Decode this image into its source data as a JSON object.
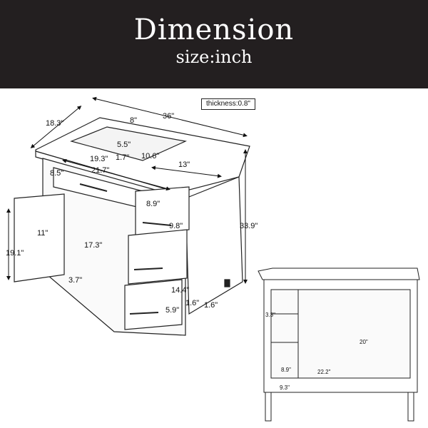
{
  "header": {
    "title": "Dimension",
    "subtitle": "size:inch"
  },
  "thickness_label": "thickness:0.8\"",
  "dimensions": {
    "depth": "18.3\"",
    "width": "36\"",
    "faucet_spacing": "8\"",
    "faucet_depth": "5.5\"",
    "basin_length": "19.3\"",
    "basin_gap": "1.7\"",
    "basin_depth": "10.6\"",
    "counter_right": "13\"",
    "drawer_height": "8.5\"",
    "drawer_width": "21.7\"",
    "small_drawer_width": "8.9\"",
    "small_drawer_height": "9.8\"",
    "height": "33.9\"",
    "door_width": "11\"",
    "door_height": "19.1\"",
    "cabinet_height": "17.3\"",
    "toe_kick": "3.7\"",
    "drawer_depth": "14.4\"",
    "bottom_drawer": "5.9\"",
    "rail_a": "1.6\"",
    "rail_b": "1.6\""
  },
  "back_view": {
    "shelf_gap": "3.3\"",
    "inner_height": "20\"",
    "left_width": "8.9\"",
    "inner_width": "22.2\"",
    "leg_height": "9.3\""
  }
}
